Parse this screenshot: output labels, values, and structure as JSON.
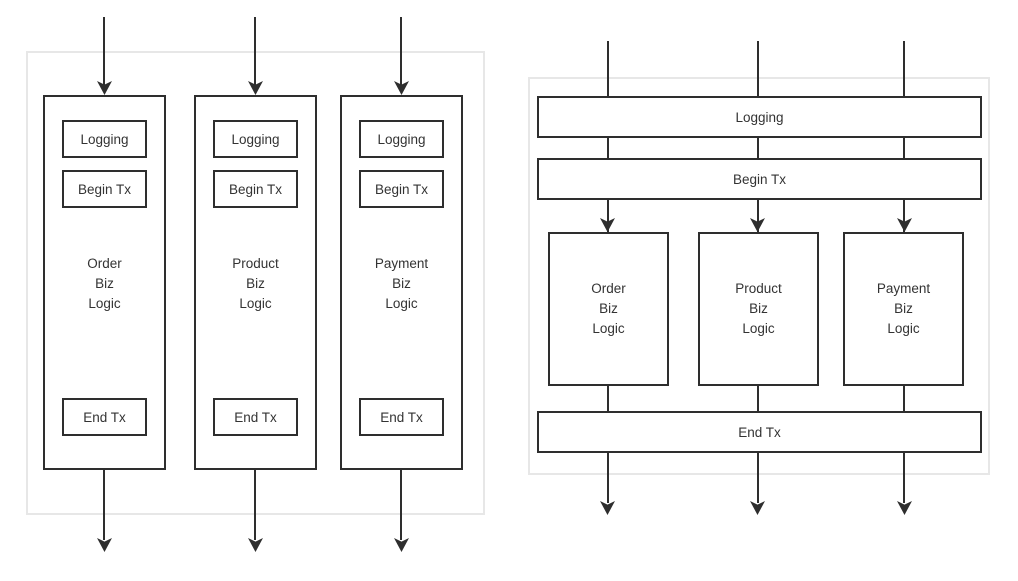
{
  "diagram": {
    "background": "#ffffff",
    "stroke_color": "#2e2e2e",
    "frame_border_color": "#e7e7e7",
    "text_color": "#333333"
  },
  "left": {
    "columns": [
      {
        "logging_label": "Logging",
        "begin_tx_label": "Begin Tx",
        "body_lines": [
          "Order",
          "Biz",
          "Logic"
        ],
        "end_tx_label": "End Tx"
      },
      {
        "logging_label": "Logging",
        "begin_tx_label": "Begin Tx",
        "body_lines": [
          "Product",
          "Biz",
          "Logic"
        ],
        "end_tx_label": "End Tx"
      },
      {
        "logging_label": "Logging",
        "begin_tx_label": "Begin Tx",
        "body_lines": [
          "Payment",
          "Biz",
          "Logic"
        ],
        "end_tx_label": "End Tx"
      }
    ]
  },
  "right": {
    "logging_label": "Logging",
    "begin_tx_label": "Begin Tx",
    "end_tx_label": "End Tx",
    "boxes": [
      {
        "lines": [
          "Order",
          "Biz",
          "Logic"
        ]
      },
      {
        "lines": [
          "Product",
          "Biz",
          "Logic"
        ]
      },
      {
        "lines": [
          "Payment",
          "Biz",
          "Logic"
        ]
      }
    ]
  }
}
